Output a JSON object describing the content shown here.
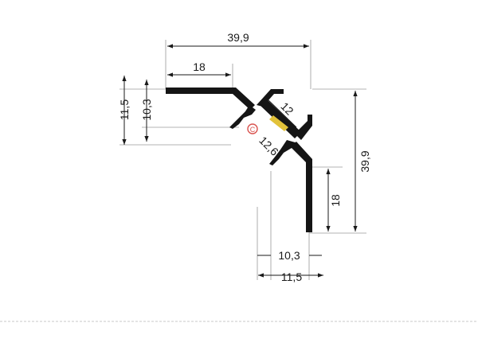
{
  "drawing": {
    "dims": {
      "top_width": "39,9",
      "top_flange": "18",
      "left_outer": "11,5",
      "left_inner": "10,3",
      "diag_inner": "12",
      "diag_outer": "12,6",
      "right_height": "39,9",
      "right_flange": "18",
      "bottom_inner": "10,3",
      "bottom_outer": "11,5"
    },
    "colors": {
      "profile": "#151515",
      "led": "#e2c23a",
      "logo": "#d9534f"
    },
    "logo_text": "C"
  }
}
